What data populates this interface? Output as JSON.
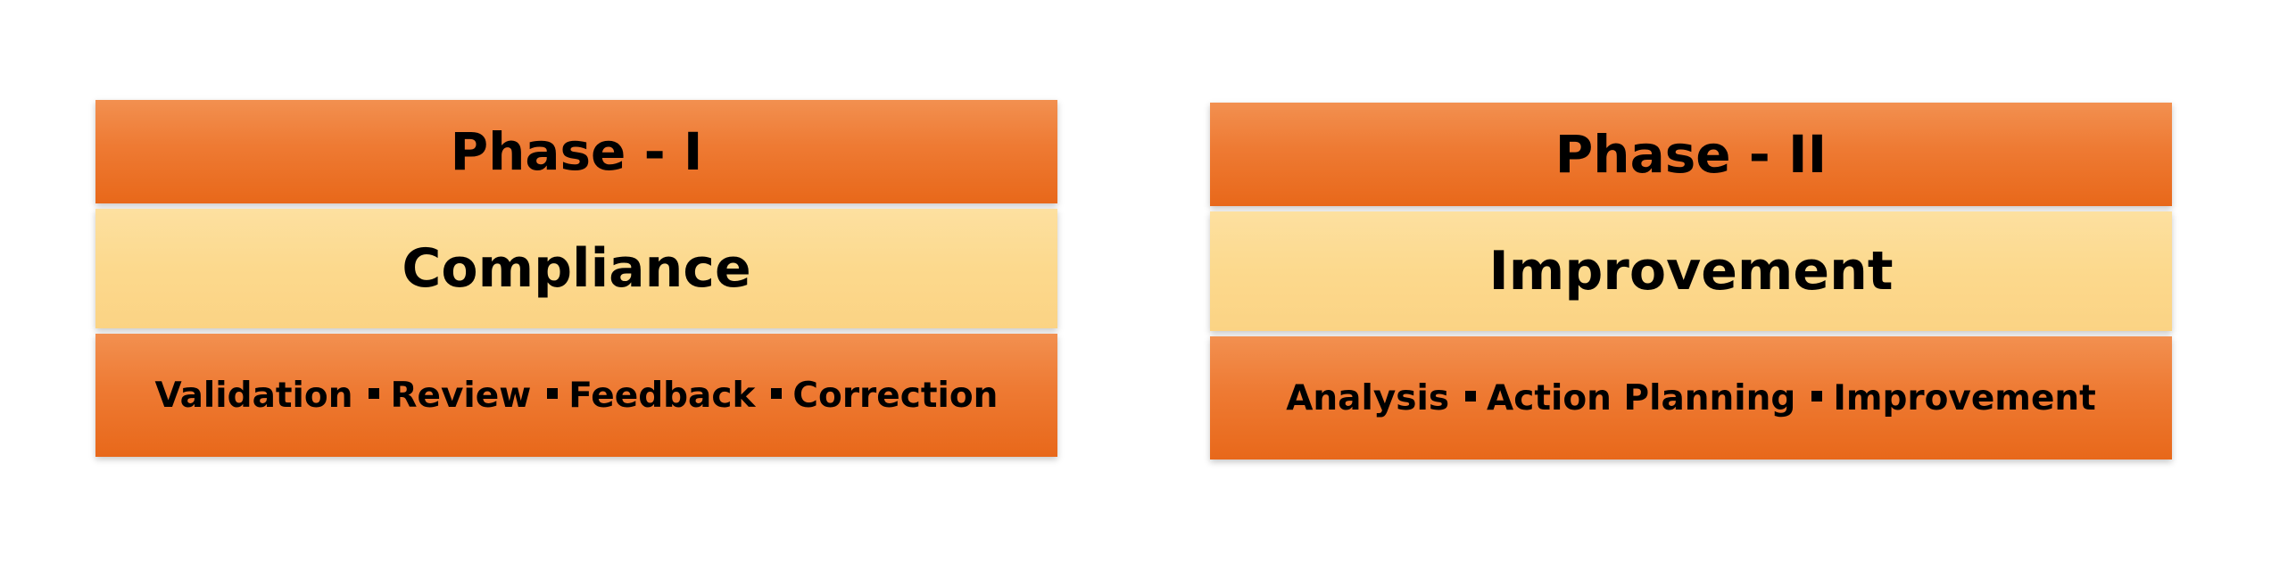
{
  "phases": [
    {
      "title": "Phase - I",
      "subtitle": "Compliance",
      "steps": [
        "Validation",
        "Review",
        "Feedback",
        "Correction"
      ]
    },
    {
      "title": "Phase - II",
      "subtitle": "Improvement",
      "steps": [
        "Analysis",
        "Action Planning",
        "Improvement"
      ]
    }
  ],
  "colors": {
    "orange": "#ee7a33",
    "light": "#fcd98d",
    "text": "#000000"
  }
}
